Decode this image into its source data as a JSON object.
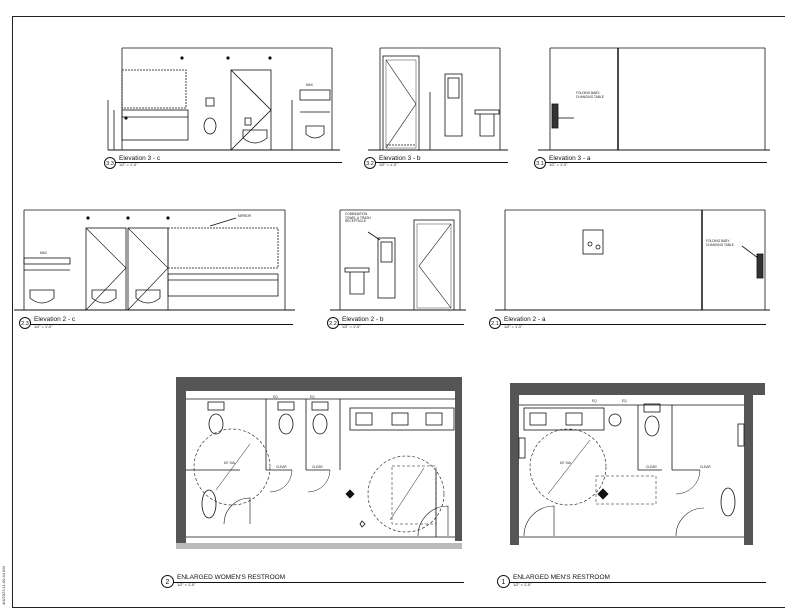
{
  "sheet": {
    "timestamp": "4/4/2023 11:00:44 AM"
  },
  "elevations": {
    "e33": {
      "number": "3.3",
      "title": "Elevation 3 - c",
      "scale": "1/2\" = 1'-0\""
    },
    "e32": {
      "number": "3.2",
      "title": "Elevation 3 - b",
      "scale": "1/2\" = 1'-0\""
    },
    "e31": {
      "number": "3.1",
      "title": "Elevation 3 - a",
      "scale": "1/2\" = 1'-0\"",
      "note": "FOLDING BABY-\nCHANGING TABLE"
    },
    "e23": {
      "number": "2.3",
      "title": "Elevation 2 - c",
      "scale": "1/2\" = 1'-0\"",
      "note": "MIRROR"
    },
    "e22": {
      "number": "2.2",
      "title": "Elevation 2 - b",
      "scale": "1/2\" = 1'-0\"",
      "note": "COMBINATION\nTOWEL & TRASH\nRECEPTACLE"
    },
    "e21": {
      "number": "2.1",
      "title": "Elevation 2 - a",
      "scale": "1/2\" = 1'-0\"",
      "note": "FOLDING BABY-\nCHANGING TABLE"
    }
  },
  "plans": {
    "women": {
      "number": "2",
      "title": "ENLARGED WOMEN'S RESTROOM",
      "scale": "1/2\" = 1'-0\""
    },
    "men": {
      "number": "1",
      "title": "ENLARGED MEN'S RESTROOM",
      "scale": "1/2\" = 1'-0\""
    }
  },
  "dims": {
    "eq": "EQ",
    "clear": "CLEAR",
    "max": "MAX",
    "diam": "60\" DIA"
  }
}
